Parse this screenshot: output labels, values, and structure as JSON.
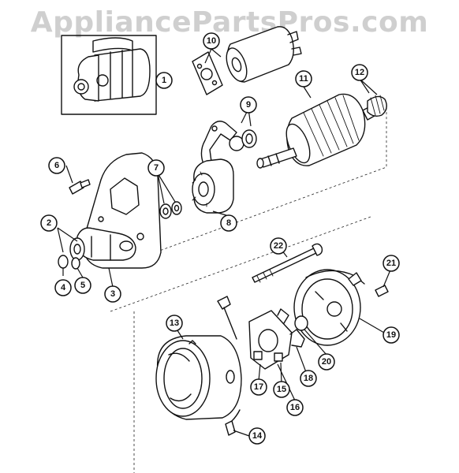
{
  "watermark": "AppliancePartsPros.com",
  "callouts": [
    "1",
    "2",
    "3",
    "4",
    "5",
    "6",
    "7",
    "8",
    "9",
    "10",
    "11",
    "12",
    "13",
    "14",
    "15",
    "16",
    "17",
    "18",
    "19",
    "20",
    "21",
    "22"
  ]
}
